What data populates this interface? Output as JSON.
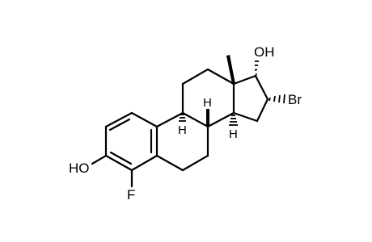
{
  "structure": {
    "labels": {
      "oh_top": "OH",
      "oh_left": "HO",
      "fluorine": "F",
      "bromine": "Br",
      "h_c9": "H",
      "h_c8": "H",
      "h_c14": "H"
    },
    "colors": {
      "stroke": "#000000",
      "background": "#ffffff"
    }
  }
}
